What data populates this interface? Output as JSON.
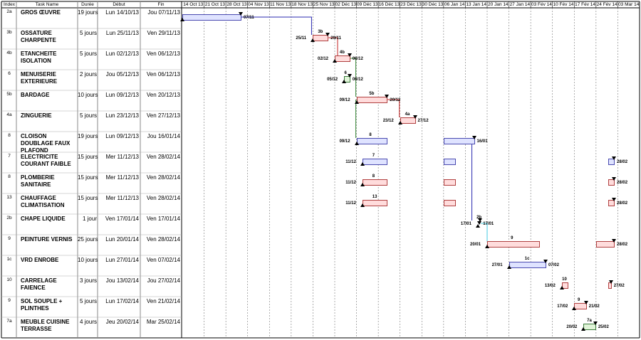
{
  "header": {
    "columns": [
      "Index",
      "Task Name",
      "Durée",
      "Début",
      "Fin"
    ],
    "weeks": [
      "14 Oct 13",
      "21 Oct 13",
      "28 Oct 13",
      "04 Nov 13",
      "11 Nov 13",
      "18 Nov 13",
      "25 Nov 13",
      "02 Déc 13",
      "09 Déc 13",
      "16 Déc 13",
      "23 Déc 13",
      "30 Déc 13",
      "06 Jan 14",
      "13 Jan 14",
      "20 Jan 14",
      "27 Jan 14",
      "03 Fév 14",
      "10 Fév 14",
      "17 Fév 14",
      "24 Fév 14",
      "03 Mar 14"
    ]
  },
  "tasks": [
    {
      "index": "2a",
      "name": "GROS ŒUVRE",
      "duration": "19 jours",
      "start": "Lun 14/10/13",
      "end": "Jou 07/11/13"
    },
    {
      "index": "3b",
      "name": "OSSATURE CHARPENTE",
      "duration": "5 jours",
      "start": "Lun 25/11/13",
      "end": "Ven 29/11/13"
    },
    {
      "index": "4b",
      "name": "ETANCHEITE ISOLATION",
      "duration": "5 jours",
      "start": "Lun 02/12/13",
      "end": "Ven 06/12/13"
    },
    {
      "index": "6",
      "name": "MENUISERIE EXTERIEURE",
      "duration": "2 jours",
      "start": "Jou 05/12/13",
      "end": "Ven 06/12/13"
    },
    {
      "index": "5b",
      "name": "BARDAGE",
      "duration": "10 jours",
      "start": "Lun 09/12/13",
      "end": "Ven 20/12/13"
    },
    {
      "index": "4a",
      "name": "ZINGUERIE",
      "duration": "5 jours",
      "start": "Lun 23/12/13",
      "end": "Ven 27/12/13"
    },
    {
      "index": "8",
      "name": "CLOISON DOUBLAGE FAUX PLAFOND",
      "duration": "19 jours",
      "start": "Lun 09/12/13",
      "end": "Jou 16/01/14"
    },
    {
      "index": "7",
      "name": "ELECTRICITE COURANT FAIBLE",
      "duration": "15 jours",
      "start": "Mer 11/12/13",
      "end": "Ven 28/02/14"
    },
    {
      "index": "8",
      "name": "PLOMBERIE SANITAIRE",
      "duration": "15 jours",
      "start": "Mer 11/12/13",
      "end": "Ven 28/02/14"
    },
    {
      "index": "13",
      "name": "CHAUFFAGE CLIMATISATION",
      "duration": "15 jours",
      "start": "Mer 11/12/13",
      "end": "Ven 28/02/14"
    },
    {
      "index": "2b",
      "name": "CHAPE LIQUIDE",
      "duration": "1 jour",
      "start": "Ven 17/01/14",
      "end": "Ven 17/01/14"
    },
    {
      "index": "9",
      "name": "PEINTURE VERNIS",
      "duration": "25 jours",
      "start": "Lun 20/01/14",
      "end": "Ven 28/02/14"
    },
    {
      "index": "1c",
      "name": "VRD  ENROBE",
      "duration": "10 jours",
      "start": "Lun 27/01/14",
      "end": "Ven 07/02/14"
    },
    {
      "index": "10",
      "name": "CARRELAGE FAIENCE",
      "duration": "3 jours",
      "start": "Jou 13/02/14",
      "end": "Jou 27/02/14"
    },
    {
      "index": "9",
      "name": "SOL SOUPLE + PLINTHES",
      "duration": "5 jours",
      "start": "Lun 17/02/14",
      "end": "Ven 21/02/14"
    },
    {
      "index": "7a",
      "name": "MEUBLE CUISINE TERRASSE",
      "duration": "4 jours",
      "start": "Jeu 20/02/14",
      "end": "Mar 25/02/14"
    }
  ],
  "bars": [
    {
      "row": 0,
      "color": "blue",
      "segments": [
        [
          0,
          19
        ]
      ],
      "tag": "",
      "left": "",
      "right": "07/11"
    },
    {
      "row": 1,
      "color": "red",
      "segments": [
        [
          42,
          47
        ]
      ],
      "tag": "3b",
      "left": "25/11",
      "right": "29/11"
    },
    {
      "row": 2,
      "color": "red",
      "segments": [
        [
          49,
          54
        ]
      ],
      "tag": "4b",
      "left": "02/12",
      "right": "06/12"
    },
    {
      "row": 3,
      "color": "green",
      "segments": [
        [
          52,
          54
        ]
      ],
      "tag": "6",
      "left": "05/12",
      "right": "06/12"
    },
    {
      "row": 4,
      "color": "red",
      "segments": [
        [
          56,
          66
        ]
      ],
      "tag": "5b",
      "left": "09/12",
      "right": "20/12"
    },
    {
      "row": 5,
      "color": "red",
      "segments": [
        [
          70,
          75
        ]
      ],
      "tag": "4a",
      "left": "23/12",
      "right": "27/12"
    },
    {
      "row": 6,
      "color": "blue",
      "segments": [
        [
          56,
          66
        ],
        [
          84,
          94
        ]
      ],
      "tag": "8",
      "left": "09/12",
      "right": "16/01"
    },
    {
      "row": 7,
      "color": "blue",
      "segments": [
        [
          58,
          66
        ],
        [
          84,
          88
        ],
        [
          137,
          139
        ]
      ],
      "tag": "7",
      "left": "11/12",
      "right": "28/02"
    },
    {
      "row": 8,
      "color": "red",
      "segments": [
        [
          58,
          66
        ],
        [
          84,
          88
        ],
        [
          137,
          139
        ]
      ],
      "tag": "8",
      "left": "11/12",
      "right": "28/02"
    },
    {
      "row": 9,
      "color": "red",
      "segments": [
        [
          58,
          66
        ],
        [
          84,
          88
        ],
        [
          137,
          139
        ]
      ],
      "tag": "13",
      "left": "11/12",
      "right": "28/02"
    },
    {
      "row": 10,
      "color": "milestone",
      "segments": [
        [
          95,
          96
        ]
      ],
      "tag": "2b",
      "left": "17/01",
      "right": "17/01"
    },
    {
      "row": 11,
      "color": "red",
      "segments": [
        [
          98,
          115
        ],
        [
          133,
          139
        ]
      ],
      "tag": "9",
      "left": "20/01",
      "right": "28/02"
    },
    {
      "row": 12,
      "color": "blue",
      "segments": [
        [
          105,
          117
        ]
      ],
      "tag": "1c",
      "left": "27/01",
      "right": "07/02"
    },
    {
      "row": 13,
      "color": "red",
      "segments": [
        [
          122,
          124
        ],
        [
          137,
          138
        ]
      ],
      "tag": "10",
      "left": "13/02",
      "right": "27/02"
    },
    {
      "row": 14,
      "color": "red",
      "segments": [
        [
          126,
          130
        ]
      ],
      "tag": "9",
      "left": "17/02",
      "right": "21/02"
    },
    {
      "row": 15,
      "color": "green",
      "segments": [
        [
          129,
          133
        ]
      ],
      "tag": "7a",
      "left": "20/02",
      "right": "25/02"
    }
  ]
}
